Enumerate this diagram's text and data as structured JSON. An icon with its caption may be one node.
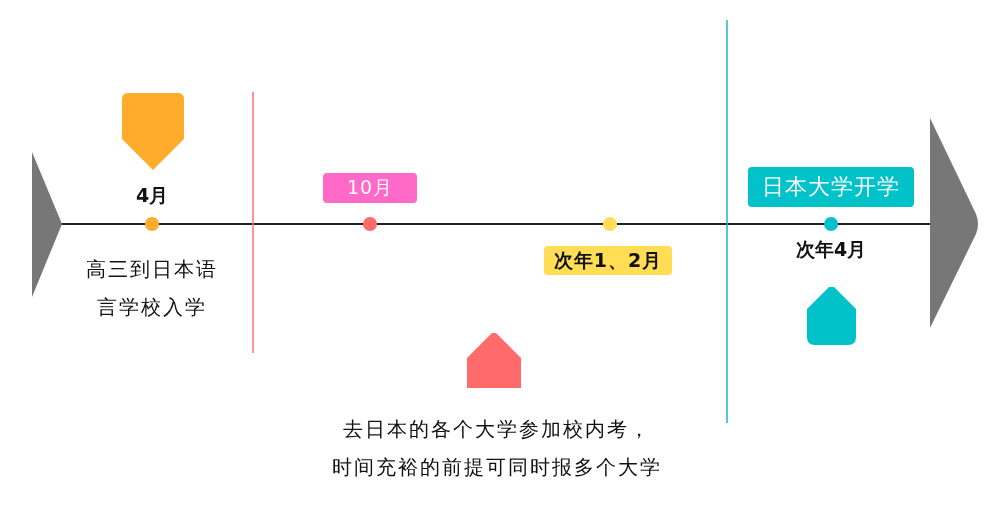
{
  "diagram": {
    "nodes": [
      {
        "text": [
          "10月"
        ]
      },
      {
        "text": [
          "次年1、2月"
        ]
      },
      {
        "text": [
          "日本大学开学"
        ]
      }
    ],
    "labels": [
      "4月",
      "高三到日本语言学校入学",
      "次年4月",
      "去日本的各个大学参加校内考，",
      "时间充裕的前提可同时报多个大学"
    ]
  }
}
